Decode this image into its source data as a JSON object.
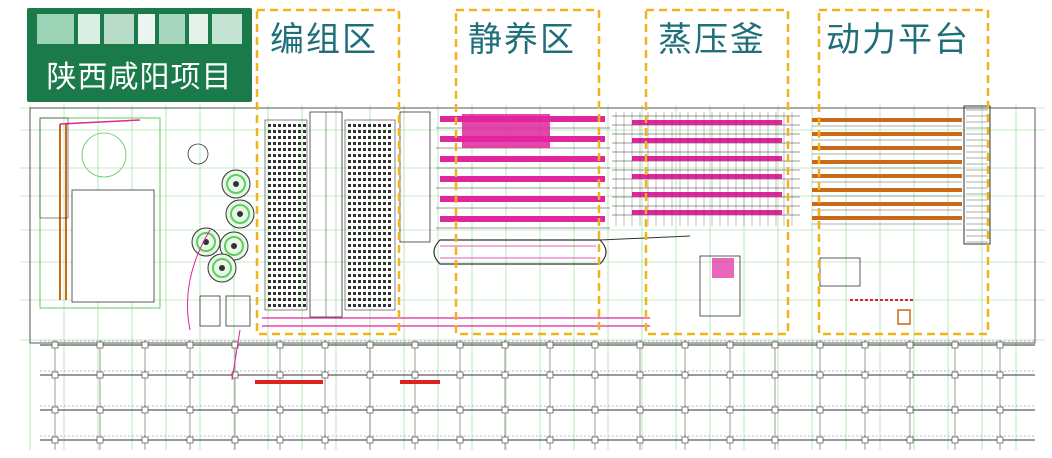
{
  "project_title": "陕西咸阳项目",
  "zones": [
    {
      "label": "编组区"
    },
    {
      "label": "静养区"
    },
    {
      "label": "蒸压釜"
    },
    {
      "label": "动力平台"
    }
  ],
  "colors": {
    "badge_bg": "#1a7a4a",
    "label_text": "#1f6f7a",
    "zone_outline": "#f2b21a",
    "grid_green": "#5ccf5c",
    "magenta": "#e0269c",
    "orange": "#c86a1a",
    "line_dark": "#333333"
  }
}
